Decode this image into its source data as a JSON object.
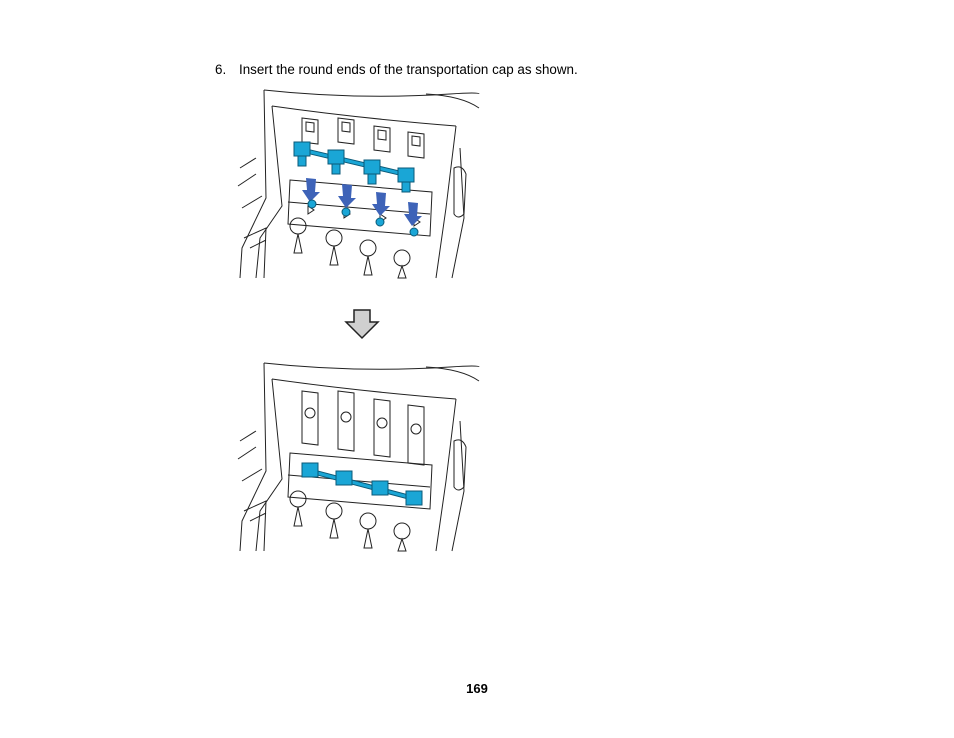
{
  "step": {
    "number": "6.",
    "text": "Insert the round ends of the transportation cap as shown."
  },
  "page_number": "169",
  "colors": {
    "cap": "#1aa6d6",
    "cap_dark": "#0b5a78",
    "arrow_blue": "#3e63b8",
    "arrow_gray": "#d0d0d0",
    "line": "#222222"
  },
  "figures": [
    {
      "name": "cap-before-insertion",
      "cap_state": "raised"
    },
    {
      "name": "cap-after-insertion",
      "cap_state": "seated"
    }
  ],
  "icons": {
    "down_arrow": "down-arrow-icon"
  }
}
